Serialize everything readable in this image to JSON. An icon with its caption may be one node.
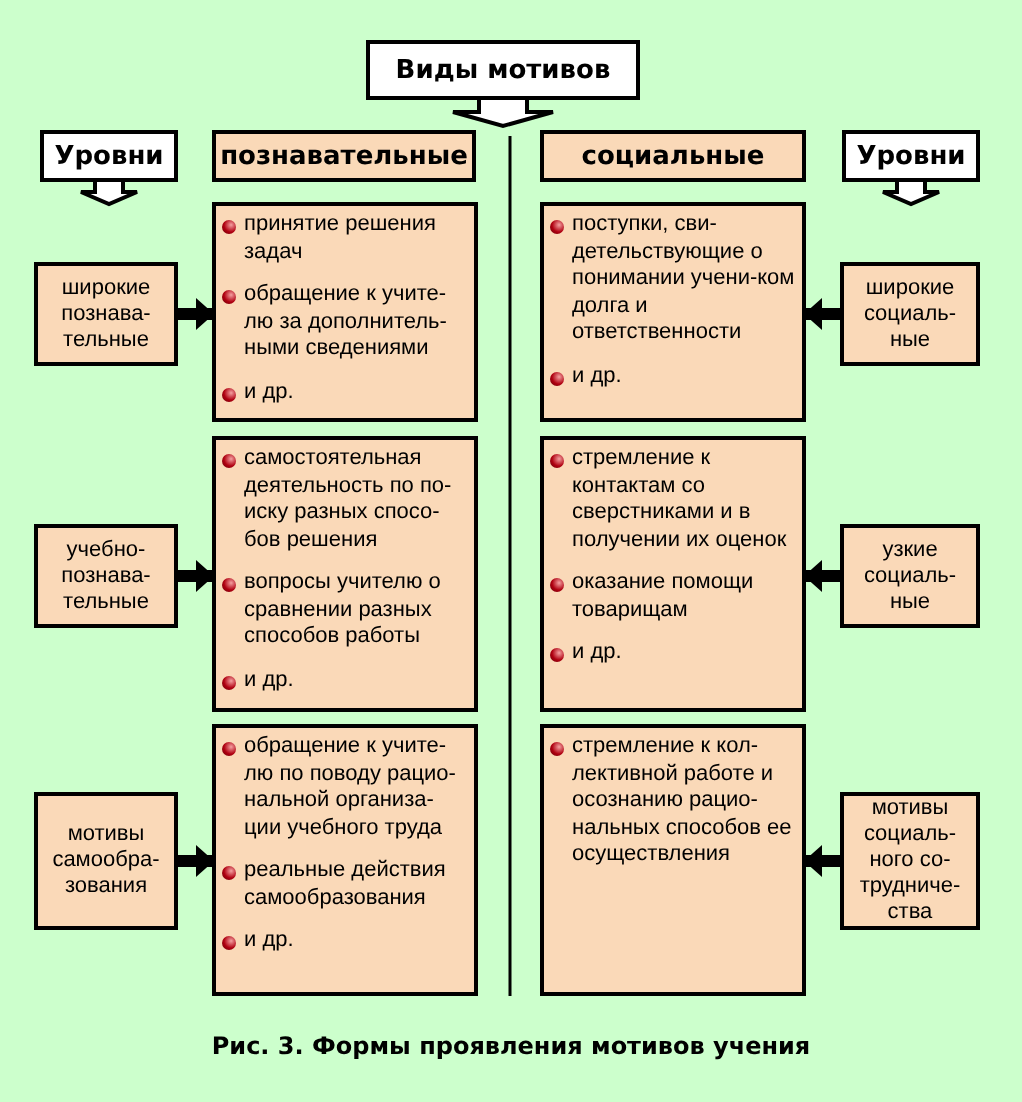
{
  "diagram": {
    "caption": "Рис. 3. Формы проявления мотивов учения",
    "nodes": [
      {
        "text": [
          "Виды мотивов"
        ]
      },
      {
        "text": [
          "Уровни"
        ]
      },
      {
        "text": [
          "познавательные"
        ]
      },
      {
        "text": [
          "социальные"
        ]
      },
      {
        "text": [
          "Уровни"
        ]
      },
      {
        "text": [
          "широкие познава-тельные"
        ]
      },
      {
        "text": [
          "принятие решения задач",
          "обращение к учите-лю за дополнитель-ными сведениями",
          "и др."
        ]
      },
      {
        "text": [
          "поступки, сви-детельствующие о понимании учени-ком долга и ответственности",
          "и др."
        ]
      },
      {
        "text": [
          "широкие социаль-ные"
        ]
      },
      {
        "text": [
          "учебно-познава-тельные"
        ]
      },
      {
        "text": [
          "самостоятельная деятельность по по-иску разных спосо-бов решения",
          "вопросы учителю о сравнении разных способов работы",
          "и др."
        ]
      },
      {
        "text": [
          "стремление к контактам со сверстниками и в получении их оценок",
          "оказание помощи товарищам",
          "и др."
        ]
      },
      {
        "text": [
          "узкие социаль-ные"
        ]
      },
      {
        "text": [
          "мотивы самообра-зования"
        ]
      },
      {
        "text": [
          "обращение к учите-лю по поводу рацио-нальной организа-ции учебного труда",
          "реальные действия самообразования",
          "и др."
        ]
      },
      {
        "text": [
          "стремление к кол-лективной работе и осознанию рацио-нальных способов ее осуществления"
        ]
      },
      {
        "text": [
          "мотивы социаль-ного со-трудниче-ства"
        ]
      }
    ],
    "edges": [
      {
        "from": 0,
        "to": null,
        "arrow": "to"
      },
      {
        "from": 1,
        "to": null,
        "arrow": "to"
      },
      {
        "from": 4,
        "to": null,
        "arrow": "to"
      },
      {
        "from": 5,
        "to": 6,
        "arrow": "to"
      },
      {
        "from": 8,
        "to": 7,
        "arrow": "to"
      },
      {
        "from": 9,
        "to": 10,
        "arrow": "to"
      },
      {
        "from": 12,
        "to": 11,
        "arrow": "to"
      },
      {
        "from": 13,
        "to": 14,
        "arrow": "to"
      },
      {
        "from": 16,
        "to": 15,
        "arrow": "to"
      }
    ]
  }
}
